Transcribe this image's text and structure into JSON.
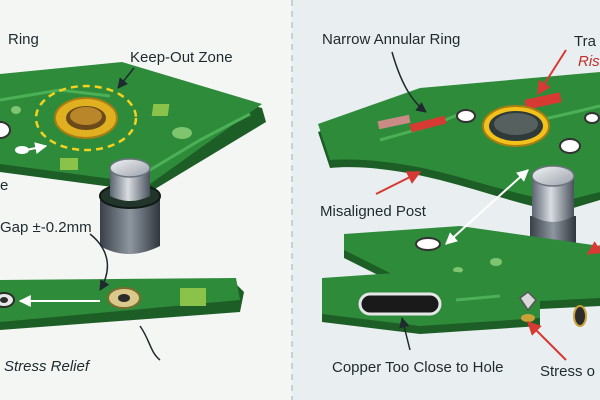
{
  "left_panel": {
    "labels": {
      "ring": "Ring",
      "keep_out_zone": "Keep-Out Zone",
      "e_fragment": "e",
      "gap": "Gap ±-0.2mm",
      "stress_relief": "Stress Relief"
    }
  },
  "right_panel": {
    "labels": {
      "narrow_annular_ring": "Narrow Annular Ring",
      "tra_fragment": "Tra",
      "ris_fragment": "Ris",
      "misaligned_post": "Misaligned Post",
      "copper_too_close": "Copper Too Close to Hole",
      "stress_fragment": "Stress o"
    }
  },
  "colors": {
    "background_left": "#f4f6f4",
    "background_right": "#eaeef0",
    "pcb_green": "#2e8b3a",
    "pcb_dark": "#1d5e26",
    "gold": "#e0b020",
    "highlight_red": "#d63a33"
  }
}
